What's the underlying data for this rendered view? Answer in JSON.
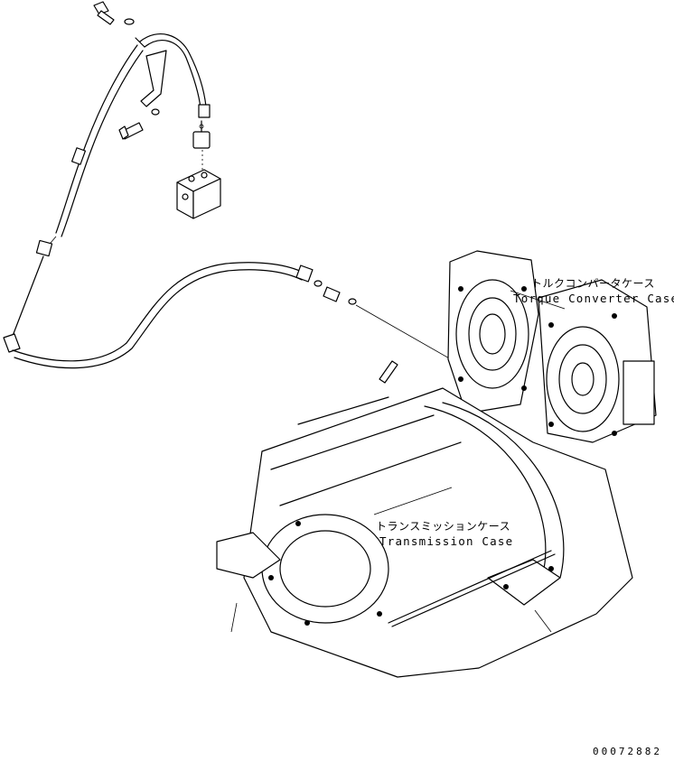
{
  "labels": {
    "torque_converter_jp": "トルクコンバータケース",
    "torque_converter_en": "Torque Converter Case",
    "transmission_jp": "トランスミッションケース",
    "transmission_en": "Transmission Case"
  },
  "drawing_number": "00072882"
}
